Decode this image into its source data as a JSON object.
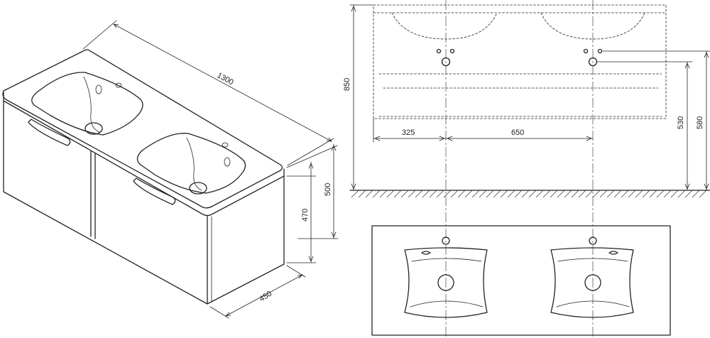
{
  "dimensions": {
    "width_total": "1300",
    "depth": "450",
    "cabinet_height": "470",
    "total_height": "500",
    "mount_height": "850",
    "tap_offset": "325",
    "sink_spacing": "650",
    "drain_height": "530",
    "trap_height": "580"
  },
  "colors": {
    "line": "#222222",
    "background": "#ffffff"
  }
}
